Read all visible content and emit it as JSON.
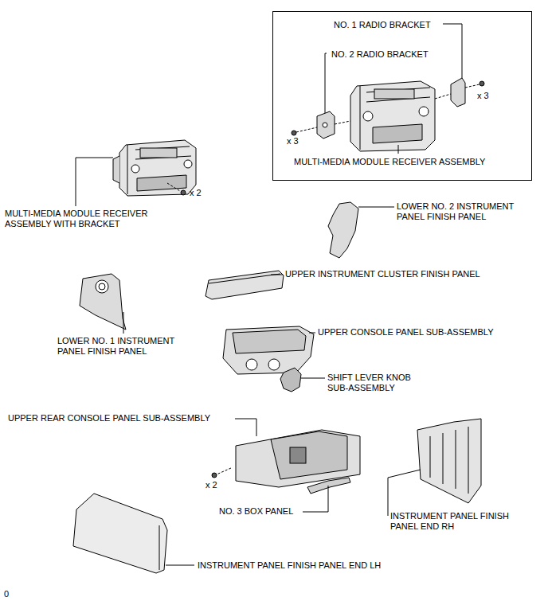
{
  "diagram": {
    "nodes": [
      {
        "text": [
          "NO. 1 RADIO BRACKET",
          "NO. 2 RADIO BRACKET",
          "x 3",
          "x 3",
          "MULTI-MEDIA MODULE RECEIVER ASSEMBLY"
        ]
      }
    ],
    "labels": [
      "MULTI-MEDIA MODULE RECEIVER ASSEMBLY WITH BRACKET",
      "x 2",
      "LOWER NO. 2 INSTRUMENT PANEL FINISH PANEL",
      "UPPER INSTRUMENT CLUSTER FINISH PANEL",
      "LOWER NO. 1 INSTRUMENT PANEL FINISH PANEL",
      "UPPER CONSOLE PANEL SUB-ASSEMBLY",
      "SHIFT LEVER KNOB SUB-ASSEMBLY",
      "UPPER REAR CONSOLE PANEL SUB-ASSEMBLY",
      "x 2",
      "NO. 3 BOX PANEL",
      "INSTRUMENT PANEL FINISH PANEL END RH",
      "INSTRUMENT PANEL FINISH PANEL END LH",
      "0"
    ]
  }
}
